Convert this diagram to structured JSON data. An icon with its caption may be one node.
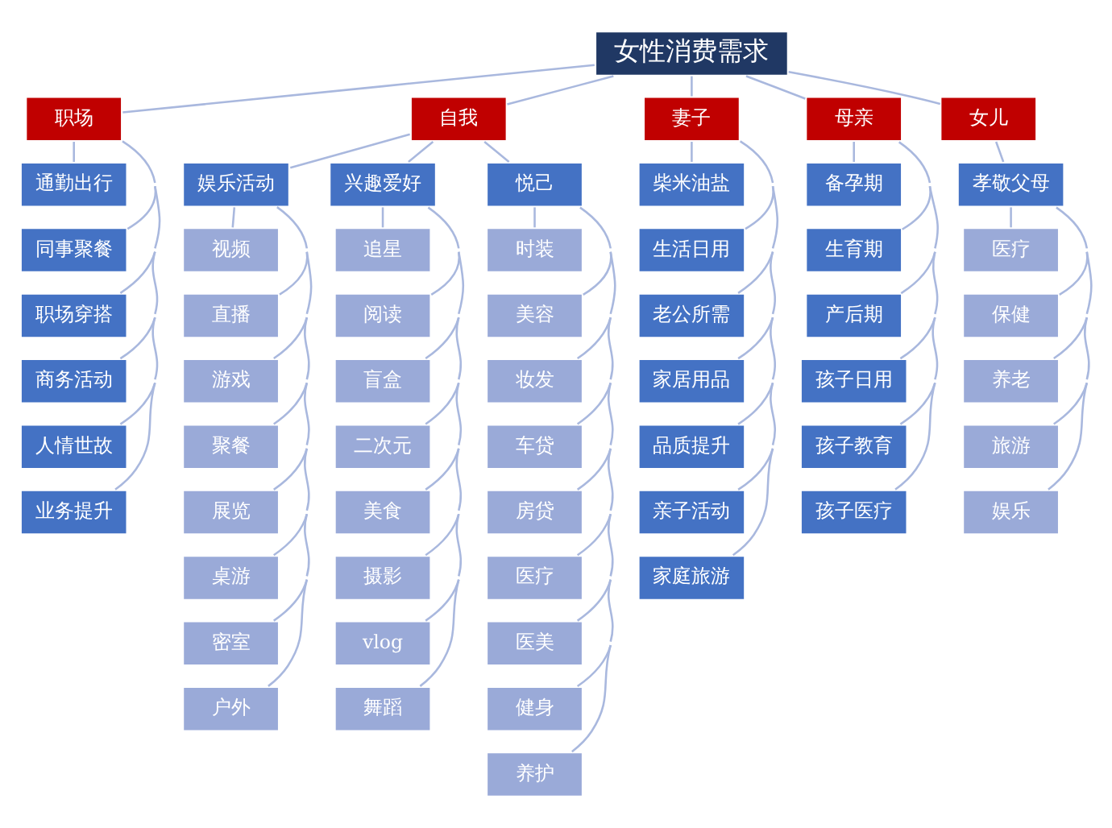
{
  "diagram": {
    "nodes": [
      {
        "text": [
          "女性消费需求"
        ]
      },
      {
        "text": [
          "职场"
        ]
      },
      {
        "text": [
          "通勤出行"
        ]
      },
      {
        "text": [
          "同事聚餐"
        ]
      },
      {
        "text": [
          "职场穿搭"
        ]
      },
      {
        "text": [
          "商务活动"
        ]
      },
      {
        "text": [
          "人情世故"
        ]
      },
      {
        "text": [
          "业务提升"
        ]
      },
      {
        "text": [
          "自我"
        ]
      },
      {
        "text": [
          "娱乐活动"
        ]
      },
      {
        "text": [
          "视频"
        ]
      },
      {
        "text": [
          "直播"
        ]
      },
      {
        "text": [
          "游戏"
        ]
      },
      {
        "text": [
          "聚餐"
        ]
      },
      {
        "text": [
          "展览"
        ]
      },
      {
        "text": [
          "桌游"
        ]
      },
      {
        "text": [
          "密室"
        ]
      },
      {
        "text": [
          "户外"
        ]
      },
      {
        "text": [
          "兴趣爱好"
        ]
      },
      {
        "text": [
          "追星"
        ]
      },
      {
        "text": [
          "阅读"
        ]
      },
      {
        "text": [
          "盲盒"
        ]
      },
      {
        "text": [
          "二次元"
        ]
      },
      {
        "text": [
          "美食"
        ]
      },
      {
        "text": [
          "摄影"
        ]
      },
      {
        "text": [
          "vlog"
        ]
      },
      {
        "text": [
          "舞蹈"
        ]
      },
      {
        "text": [
          "悦己"
        ]
      },
      {
        "text": [
          "时装"
        ]
      },
      {
        "text": [
          "美容"
        ]
      },
      {
        "text": [
          "妆发"
        ]
      },
      {
        "text": [
          "车贷"
        ]
      },
      {
        "text": [
          "房贷"
        ]
      },
      {
        "text": [
          "医疗"
        ]
      },
      {
        "text": [
          "医美"
        ]
      },
      {
        "text": [
          "健身"
        ]
      },
      {
        "text": [
          "养护"
        ]
      },
      {
        "text": [
          "妻子"
        ]
      },
      {
        "text": [
          "柴米油盐"
        ]
      },
      {
        "text": [
          "生活日用"
        ]
      },
      {
        "text": [
          "老公所需"
        ]
      },
      {
        "text": [
          "家居用品"
        ]
      },
      {
        "text": [
          "品质提升"
        ]
      },
      {
        "text": [
          "亲子活动"
        ]
      },
      {
        "text": [
          "家庭旅游"
        ]
      },
      {
        "text": [
          "母亲"
        ]
      },
      {
        "text": [
          "备孕期"
        ]
      },
      {
        "text": [
          "生育期"
        ]
      },
      {
        "text": [
          "产后期"
        ]
      },
      {
        "text": [
          "孩子日用"
        ]
      },
      {
        "text": [
          "孩子教育"
        ]
      },
      {
        "text": [
          "孩子医疗"
        ]
      },
      {
        "text": [
          "女儿"
        ]
      },
      {
        "text": [
          "孝敬父母"
        ]
      },
      {
        "text": [
          "医疗"
        ]
      },
      {
        "text": [
          "保健"
        ]
      },
      {
        "text": [
          "养老"
        ]
      },
      {
        "text": [
          "旅游"
        ]
      },
      {
        "text": [
          "娱乐"
        ]
      }
    ],
    "edges": [
      {
        "from": 0,
        "to": 1,
        "arrow": "none"
      },
      {
        "from": 0,
        "to": 8,
        "arrow": "none"
      },
      {
        "from": 0,
        "to": 37,
        "arrow": "none"
      },
      {
        "from": 0,
        "to": 45,
        "arrow": "none"
      },
      {
        "from": 0,
        "to": 52,
        "arrow": "none"
      },
      {
        "from": 1,
        "to": 2,
        "arrow": "none"
      },
      {
        "from": 1,
        "to": 3,
        "arrow": "none"
      },
      {
        "from": 1,
        "to": 4,
        "arrow": "none"
      },
      {
        "from": 1,
        "to": 5,
        "arrow": "none"
      },
      {
        "from": 1,
        "to": 6,
        "arrow": "none"
      },
      {
        "from": 1,
        "to": 7,
        "arrow": "none"
      },
      {
        "from": 8,
        "to": 9,
        "arrow": "none"
      },
      {
        "from": 8,
        "to": 18,
        "arrow": "none"
      },
      {
        "from": 8,
        "to": 27,
        "arrow": "none"
      },
      {
        "from": 9,
        "to": 10,
        "arrow": "none"
      },
      {
        "from": 9,
        "to": 11,
        "arrow": "none"
      },
      {
        "from": 9,
        "to": 12,
        "arrow": "none"
      },
      {
        "from": 9,
        "to": 13,
        "arrow": "none"
      },
      {
        "from": 9,
        "to": 14,
        "arrow": "none"
      },
      {
        "from": 9,
        "to": 15,
        "arrow": "none"
      },
      {
        "from": 9,
        "to": 16,
        "arrow": "none"
      },
      {
        "from": 9,
        "to": 17,
        "arrow": "none"
      },
      {
        "from": 18,
        "to": 19,
        "arrow": "none"
      },
      {
        "from": 18,
        "to": 20,
        "arrow": "none"
      },
      {
        "from": 18,
        "to": 21,
        "arrow": "none"
      },
      {
        "from": 18,
        "to": 22,
        "arrow": "none"
      },
      {
        "from": 18,
        "to": 23,
        "arrow": "none"
      },
      {
        "from": 18,
        "to": 24,
        "arrow": "none"
      },
      {
        "from": 18,
        "to": 25,
        "arrow": "none"
      },
      {
        "from": 18,
        "to": 26,
        "arrow": "none"
      },
      {
        "from": 27,
        "to": 28,
        "arrow": "none"
      },
      {
        "from": 27,
        "to": 29,
        "arrow": "none"
      },
      {
        "from": 27,
        "to": 30,
        "arrow": "none"
      },
      {
        "from": 27,
        "to": 31,
        "arrow": "none"
      },
      {
        "from": 27,
        "to": 32,
        "arrow": "none"
      },
      {
        "from": 27,
        "to": 33,
        "arrow": "none"
      },
      {
        "from": 27,
        "to": 34,
        "arrow": "none"
      },
      {
        "from": 27,
        "to": 35,
        "arrow": "none"
      },
      {
        "from": 27,
        "to": 36,
        "arrow": "none"
      },
      {
        "from": 37,
        "to": 38,
        "arrow": "none"
      },
      {
        "from": 37,
        "to": 39,
        "arrow": "none"
      },
      {
        "from": 37,
        "to": 40,
        "arrow": "none"
      },
      {
        "from": 37,
        "to": 41,
        "arrow": "none"
      },
      {
        "from": 37,
        "to": 42,
        "arrow": "none"
      },
      {
        "from": 37,
        "to": 43,
        "arrow": "none"
      },
      {
        "from": 37,
        "to": 44,
        "arrow": "none"
      },
      {
        "from": 45,
        "to": 46,
        "arrow": "none"
      },
      {
        "from": 45,
        "to": 47,
        "arrow": "none"
      },
      {
        "from": 45,
        "to": 48,
        "arrow": "none"
      },
      {
        "from": 45,
        "to": 49,
        "arrow": "none"
      },
      {
        "from": 45,
        "to": 50,
        "arrow": "none"
      },
      {
        "from": 45,
        "to": 51,
        "arrow": "none"
      },
      {
        "from": 52,
        "to": 53,
        "arrow": "none"
      },
      {
        "from": 53,
        "to": 54,
        "arrow": "none"
      },
      {
        "from": 53,
        "to": 55,
        "arrow": "none"
      },
      {
        "from": 53,
        "to": 56,
        "arrow": "none"
      },
      {
        "from": 53,
        "to": 57,
        "arrow": "none"
      },
      {
        "from": 53,
        "to": 58,
        "arrow": "none"
      }
    ]
  }
}
